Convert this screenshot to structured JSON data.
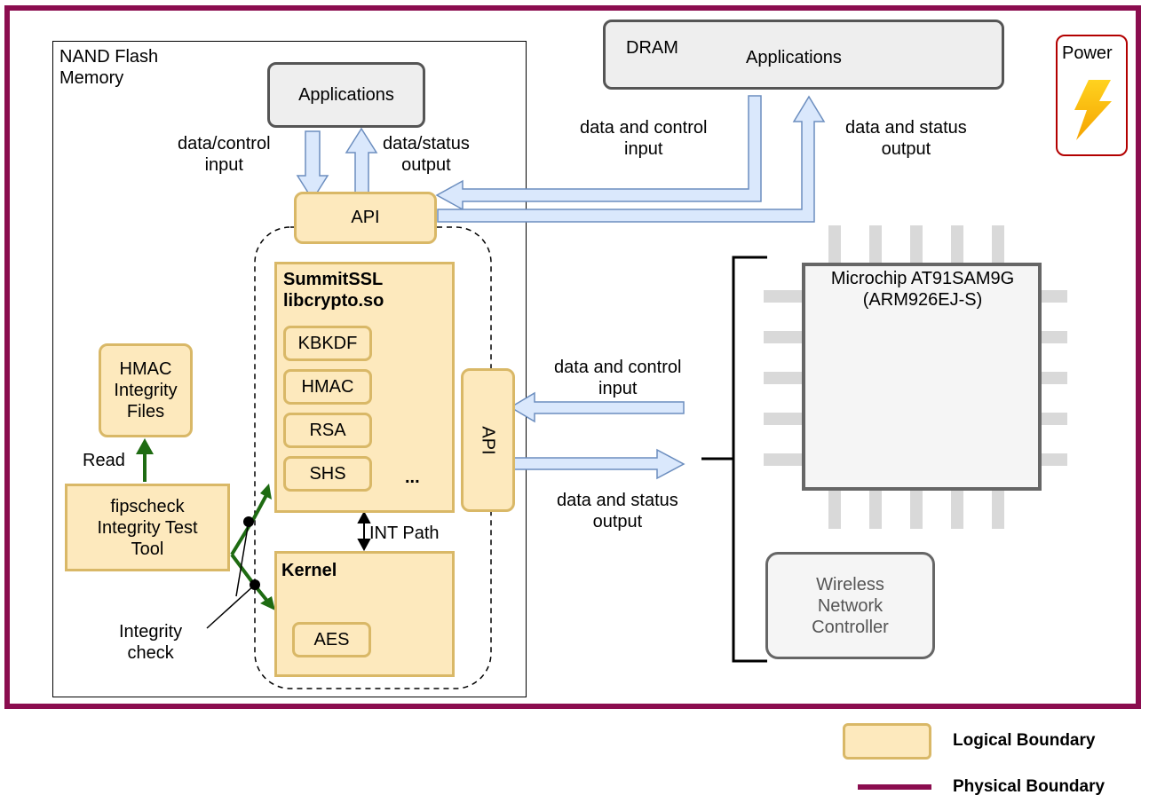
{
  "nand": {
    "label": "NAND Flash\nMemory"
  },
  "apps_nand": {
    "label": "Applications"
  },
  "dram": {
    "label": "DRAM",
    "apps_label": "Applications"
  },
  "power": {
    "label": "Power"
  },
  "api_top": {
    "label": "API"
  },
  "api_side": {
    "label": "API"
  },
  "summit": {
    "title": "SummitSSL\nlibcrypto.so",
    "algorithms": [
      "KBKDF",
      "HMAC",
      "RSA",
      "SHS"
    ],
    "more": "..."
  },
  "kernel": {
    "title": "Kernel",
    "algorithm": "AES"
  },
  "hmac_files": {
    "label": "HMAC\nIntegrity\nFiles"
  },
  "fipscheck": {
    "label": "fipscheck\nIntegrity Test\nTool"
  },
  "labels": {
    "read": "Read",
    "integrity_check": "Integrity\ncheck",
    "int_path": "INT Path",
    "data_control_input_nand": "data/control\ninput",
    "data_status_output_nand": "data/status\noutput",
    "dram_data_control_input": "data and control\ninput",
    "dram_data_status_output": "data and status\noutput",
    "chip_data_control_input": "data and control\ninput",
    "chip_data_status_output": "data and status\noutput"
  },
  "chip": {
    "label": "Microchip AT91SAM9G\n(ARM926EJ-S)"
  },
  "wireless": {
    "label": "Wireless\nNetwork\nController"
  },
  "legend": {
    "logical": "Logical Boundary",
    "physical": "Physical Boundary"
  },
  "colors": {
    "physical_boundary": "#8b0d4f",
    "logical_fill": "#fde9bd",
    "logical_border": "#d9b867",
    "arrow_fill": "#dae8fc",
    "arrow_border": "#6c8ebf",
    "green": "#1e6b12"
  }
}
